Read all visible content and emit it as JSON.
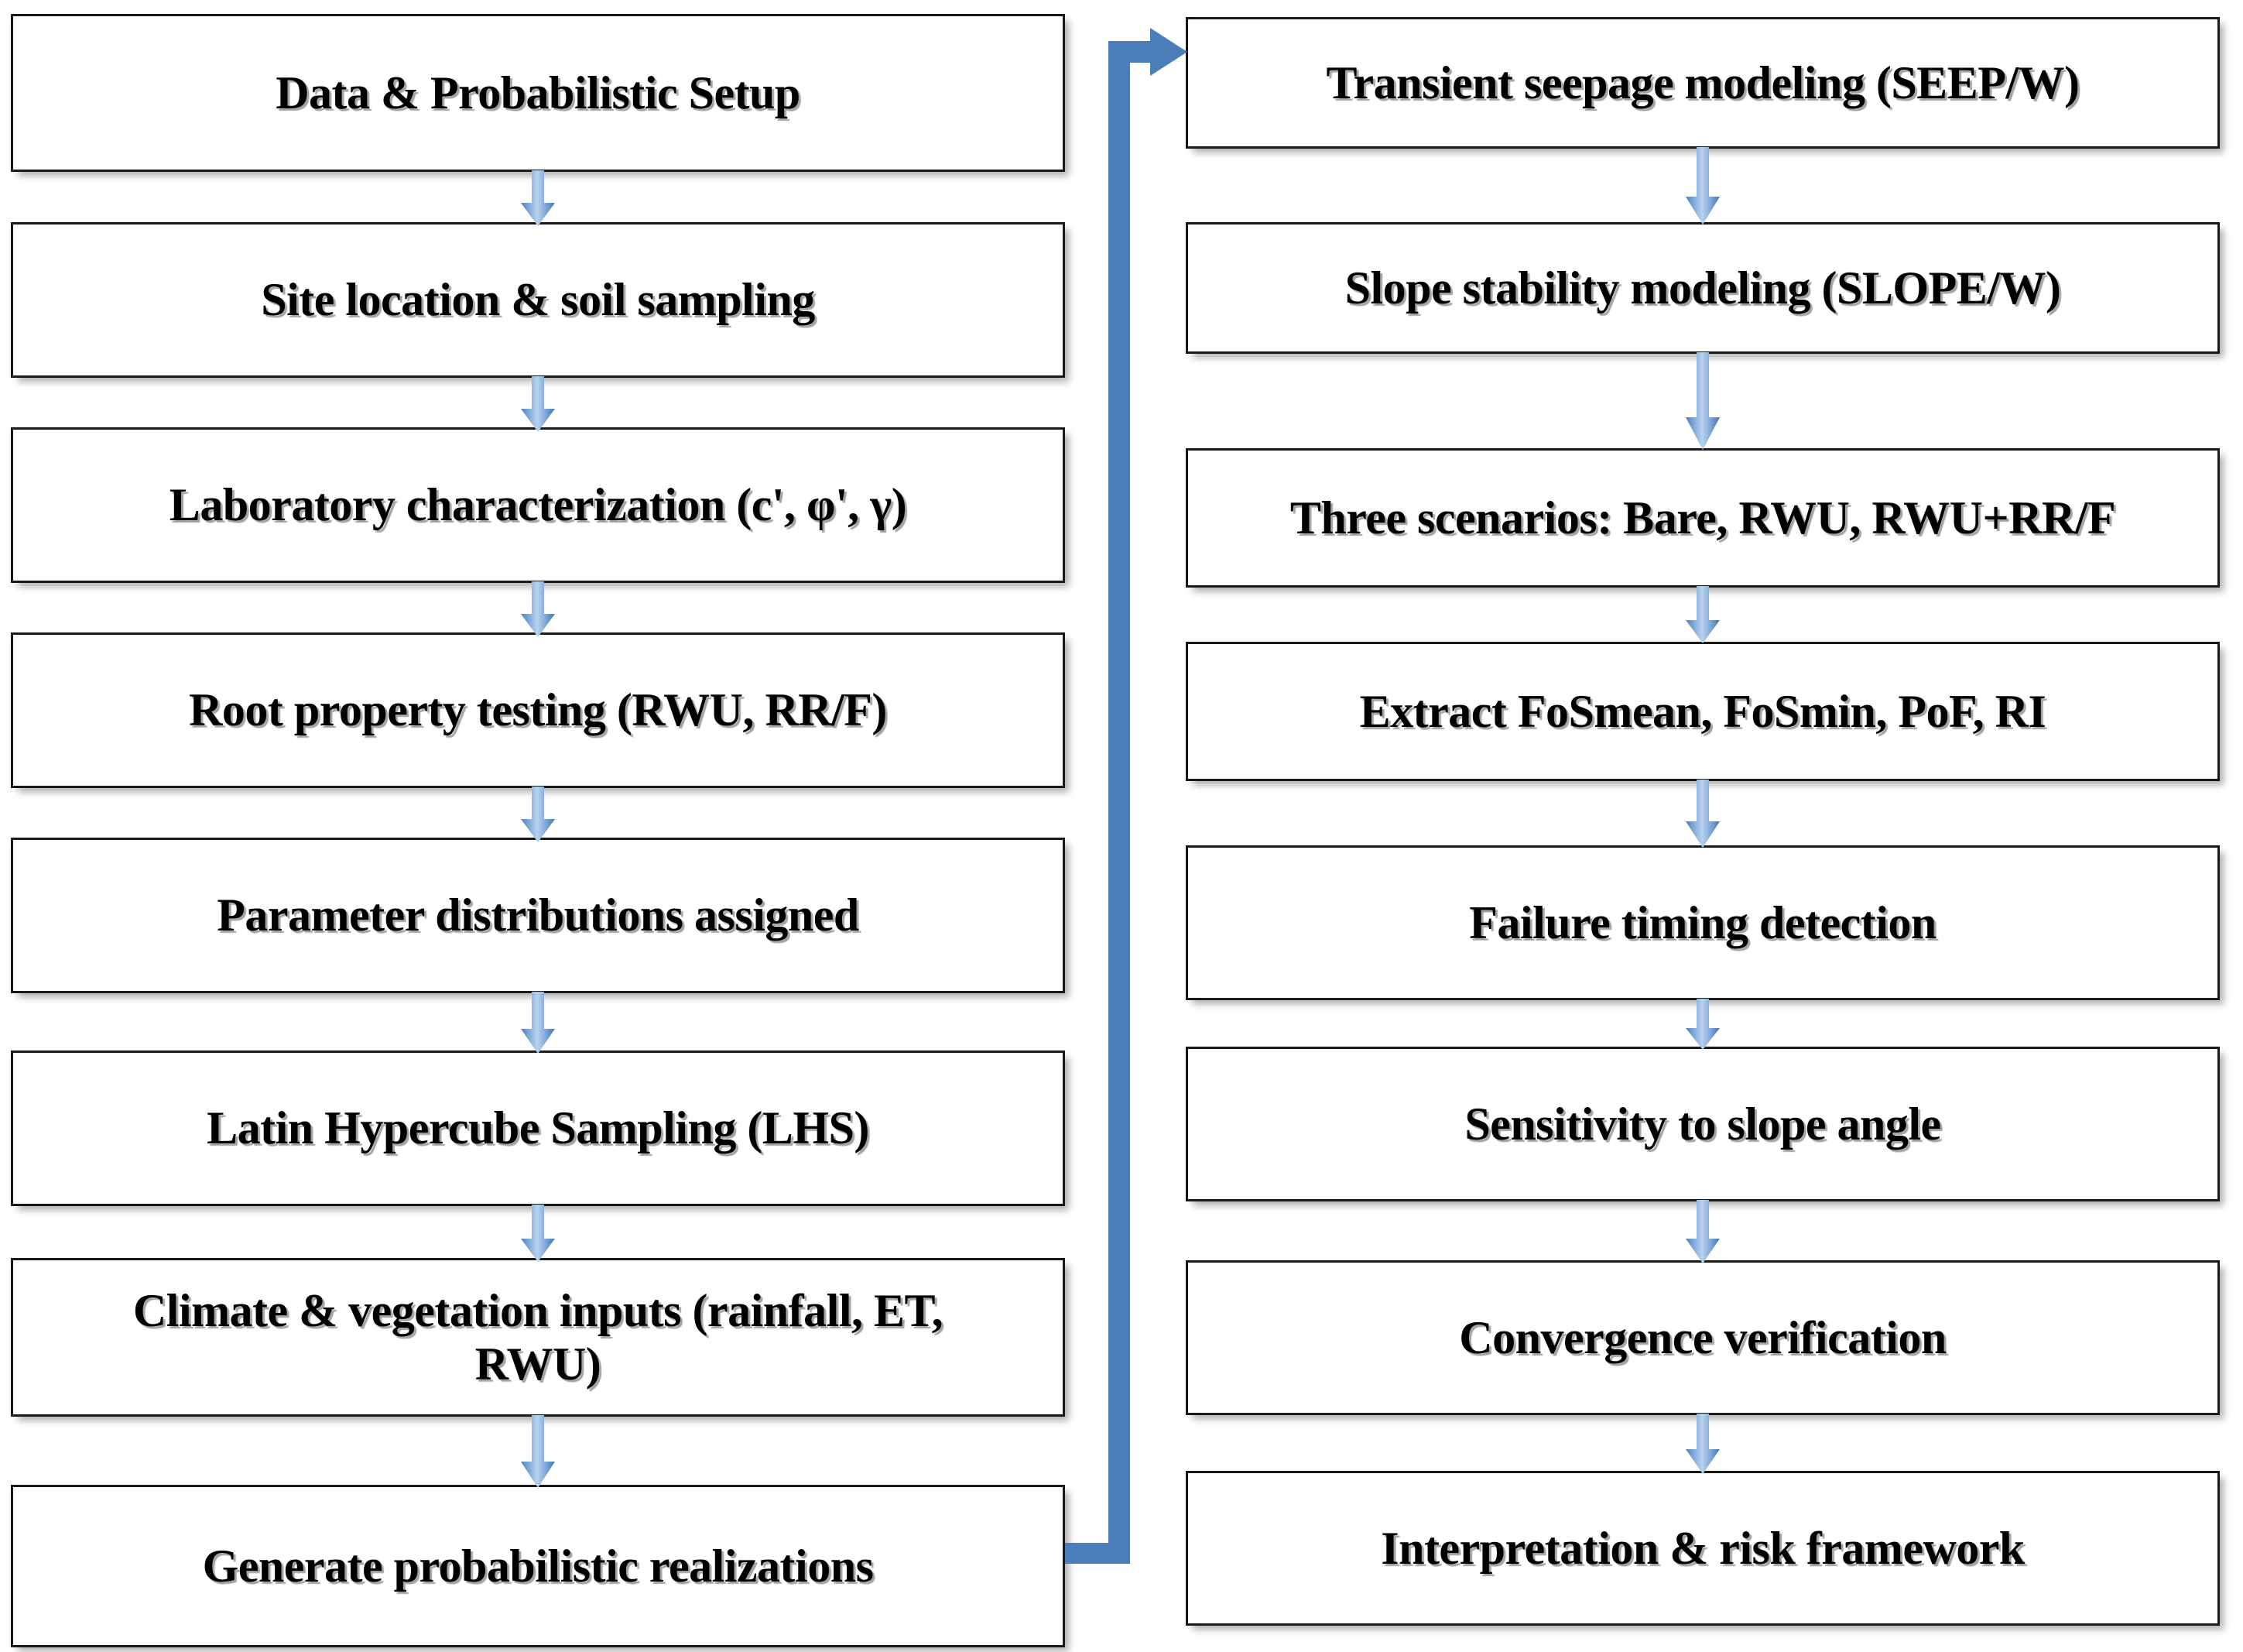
{
  "diagram": {
    "title": "Methodology flowchart",
    "colors": {
      "box_border": "#1a1a1a",
      "box_fill": "#ffffff",
      "arrow_blue_dark": "#4a7ebb",
      "arrow_blue_light": "#a8c7e8",
      "text": "#000000",
      "background": "#ffffff"
    },
    "columns": [
      {
        "name": "left-column",
        "heading": "Data & Probabilistic Setup",
        "nodes": [
          {
            "id": "node-data-probabilistic-setup",
            "label": "Data & Probabilistic Setup"
          },
          {
            "id": "node-site-location-soil-sampling",
            "label": "Site location & soil sampling"
          },
          {
            "id": "node-laboratory-characterization",
            "label": "Laboratory characterization (c', φ', γ)"
          },
          {
            "id": "node-root-property-testing",
            "label": "Root property testing (RWU, RR/F)"
          },
          {
            "id": "node-parameter-distributions-assigned",
            "label": "Parameter distributions assigned"
          },
          {
            "id": "node-latin-hypercube-sampling",
            "label": "Latin Hypercube Sampling (LHS)"
          },
          {
            "id": "node-climate-vegetation-inputs",
            "label": "Climate & vegetation inputs (rainfall, ET,\nRWU)"
          },
          {
            "id": "node-generate-probabilistic-realizations",
            "label": "Generate probabilistic realizations"
          }
        ]
      },
      {
        "name": "right-column",
        "heading": "Transient seepage modeling (SEEP/W)",
        "nodes": [
          {
            "id": "node-transient-seepage-modeling",
            "label": "Transient seepage modeling (SEEP/W)"
          },
          {
            "id": "node-slope-stability-modeling",
            "label": "Slope stability modeling (SLOPE/W)"
          },
          {
            "id": "node-three-scenarios",
            "label": "Three scenarios: Bare, RWU, RWU+RR/F"
          },
          {
            "id": "node-extract-metrics",
            "label": "Extract FoSmean, FoSmin, PoF, RI"
          },
          {
            "id": "node-failure-timing-detection",
            "label": "Failure timing detection"
          },
          {
            "id": "node-sensitivity-to-slope-angle",
            "label": "Sensitivity to slope angle"
          },
          {
            "id": "node-convergence-verification",
            "label": "Convergence verification"
          },
          {
            "id": "node-interpretation-risk-framework",
            "label": "Interpretation & risk framework"
          }
        ]
      }
    ],
    "connectors": {
      "vertical_count_left": 7,
      "vertical_count_right": 7,
      "cross_connector": {
        "id": "connector-left-to-right",
        "from": "node-generate-probabilistic-realizations",
        "to": "node-transient-seepage-modeling",
        "shape": "elbow-right-up-right-arrow"
      }
    }
  }
}
